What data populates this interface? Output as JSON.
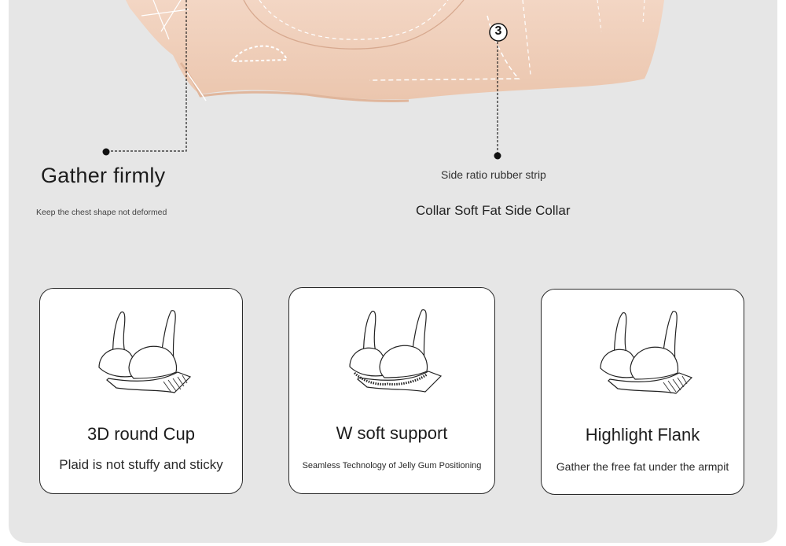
{
  "callouts": {
    "gather_title": "Gather firmly",
    "gather_sub": "Keep the chest shape not deformed",
    "marker_number": "3",
    "side_label": "Side ratio rubber strip",
    "collar_label": "Collar Soft Fat Side Collar"
  },
  "cards": [
    {
      "title": "3D round Cup",
      "desc": "Plaid is not stuffy and sticky"
    },
    {
      "title": "W soft support",
      "desc": "Seamless Technology of Jelly Gum Positioning"
    },
    {
      "title": "Highlight Flank",
      "desc": "Gather the free fat under the armpit"
    }
  ],
  "colors": {
    "panel": "#e6e6e6",
    "skin": "#f1d0bb",
    "skin_shadow": "#e6bca3"
  }
}
